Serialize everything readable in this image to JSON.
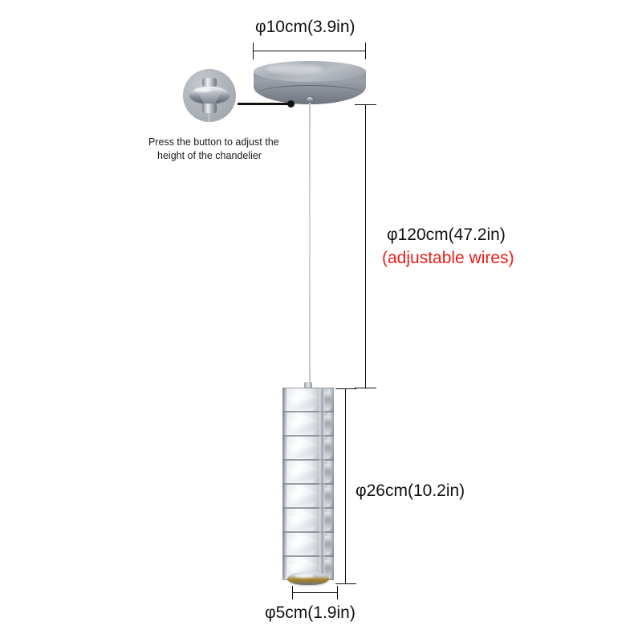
{
  "diagram": {
    "title": "Crystal pendant chandelier dimension diagram",
    "product": "crystal-column-pendant-light"
  },
  "dimensions": {
    "canopy_diameter": {
      "label": "φ10cm(3.9in)",
      "value_cm": 10,
      "value_in": 3.9,
      "measures": "ceiling-canopy-diameter"
    },
    "wire_length": {
      "label": "φ120cm(47.2in)",
      "value_cm": 120,
      "value_in": 47.2,
      "note": "(adjustable wires)",
      "note_color": "#ef1c17",
      "measures": "suspension-wire-length"
    },
    "body_height": {
      "label": "φ26cm(10.2in)",
      "value_cm": 26,
      "value_in": 10.2,
      "measures": "crystal-column-height"
    },
    "body_diameter": {
      "label": "φ5cm(1.9in)",
      "value_cm": 5,
      "value_in": 1.9,
      "measures": "crystal-column-diameter"
    }
  },
  "detail_inset": {
    "caption_line1": "Press the button to adjust the",
    "caption_line2": "height of the chandelier",
    "depicts": "height-adjuster-button"
  },
  "parts": {
    "canopy": "ceiling-canopy",
    "wire": "suspension-wire",
    "column": "crystal-column",
    "cap": "bottom-light-cap",
    "segments": 8
  },
  "colors": {
    "chrome": "#9aa0a8",
    "crystal": "#e9edf1",
    "line": "#0d0d0d",
    "accent_red": "#ef1c17",
    "background": "#ffffff"
  }
}
